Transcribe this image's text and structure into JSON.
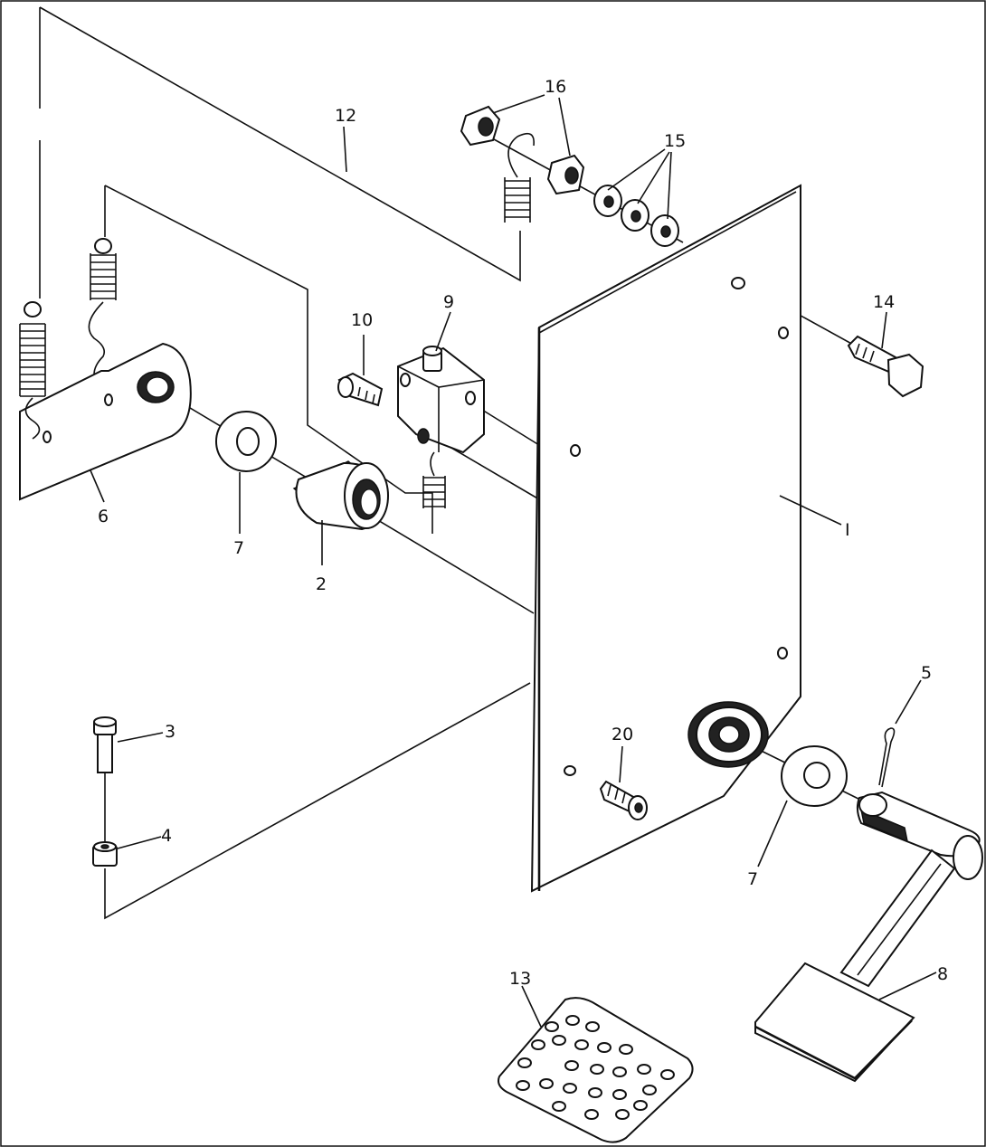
{
  "diagram": {
    "callouts": [
      {
        "key": "c1",
        "text": "I"
      },
      {
        "key": "c2",
        "text": "2"
      },
      {
        "key": "c3",
        "text": "3"
      },
      {
        "key": "c4",
        "text": "4"
      },
      {
        "key": "c5",
        "text": "5"
      },
      {
        "key": "c6",
        "text": "6"
      },
      {
        "key": "c7a",
        "text": "7"
      },
      {
        "key": "c7b",
        "text": "7"
      },
      {
        "key": "c8",
        "text": "8"
      },
      {
        "key": "c9",
        "text": "9"
      },
      {
        "key": "c10",
        "text": "10"
      },
      {
        "key": "c12",
        "text": "12"
      },
      {
        "key": "c13",
        "text": "13"
      },
      {
        "key": "c14",
        "text": "14"
      },
      {
        "key": "c15",
        "text": "15"
      },
      {
        "key": "c16",
        "text": "16"
      },
      {
        "key": "c20",
        "text": "20"
      }
    ]
  }
}
